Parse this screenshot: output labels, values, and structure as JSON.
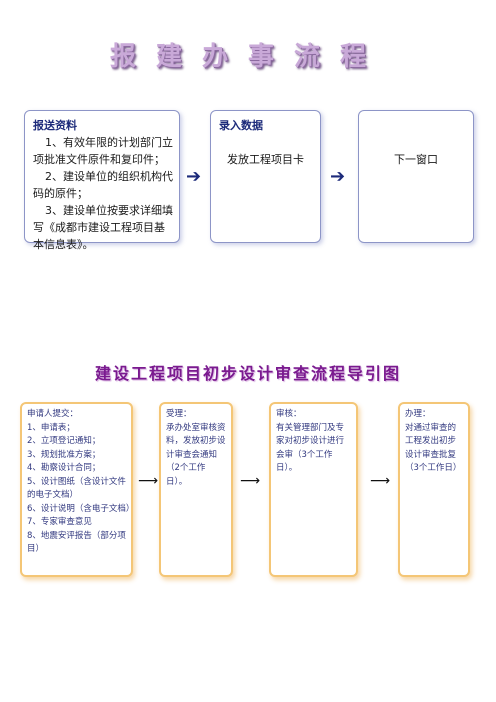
{
  "title1": "报建办事流程",
  "flow1": {
    "box1": {
      "heading": "报送资料",
      "items": [
        "1、有效年限的计划部门立项批准文件原件和复印件；",
        "2、建设单位的组织机构代码的原件；",
        "3、建设单位按要求详细填写《成都市建设工程项目基本信息表》。"
      ]
    },
    "box2": {
      "heading": "录入数据",
      "text": "发放工程项目卡"
    },
    "box3": {
      "text": "下一窗口"
    }
  },
  "title2": "建设工程项目初步设计审查流程导引图",
  "flow2": {
    "box1": {
      "items": [
        "申请人提交：",
        "1、申请表；",
        "2、立项登记通知；",
        "3、规划批准方案；",
        "4、勘察设计合同；",
        "5、设计图纸（含设计文件的电子文档）",
        "6、设计说明（含电子文档）",
        "7、专家审查意见",
        "8、地震安评报告（部分项目）"
      ]
    },
    "box2": {
      "items": [
        "受理：",
        "承办处室审核资料，发放初步设计审查会通知（2个工作日）。"
      ]
    },
    "box3": {
      "items": [
        "审核：",
        "有关管理部门及专家对初步设计进行会审（3个工作日）。"
      ]
    },
    "box4": {
      "items": [
        "办理：",
        "对通过审查的工程发出初步设计审查批复（3个工作日）"
      ]
    }
  },
  "icons": {
    "arrow": "right-arrow-icon"
  },
  "colors": {
    "flow1_border": "#8d95c7",
    "flow1_heading": "#1c2a7a",
    "flow2_border": "#f4c676",
    "title2": "#7a1a8f"
  }
}
